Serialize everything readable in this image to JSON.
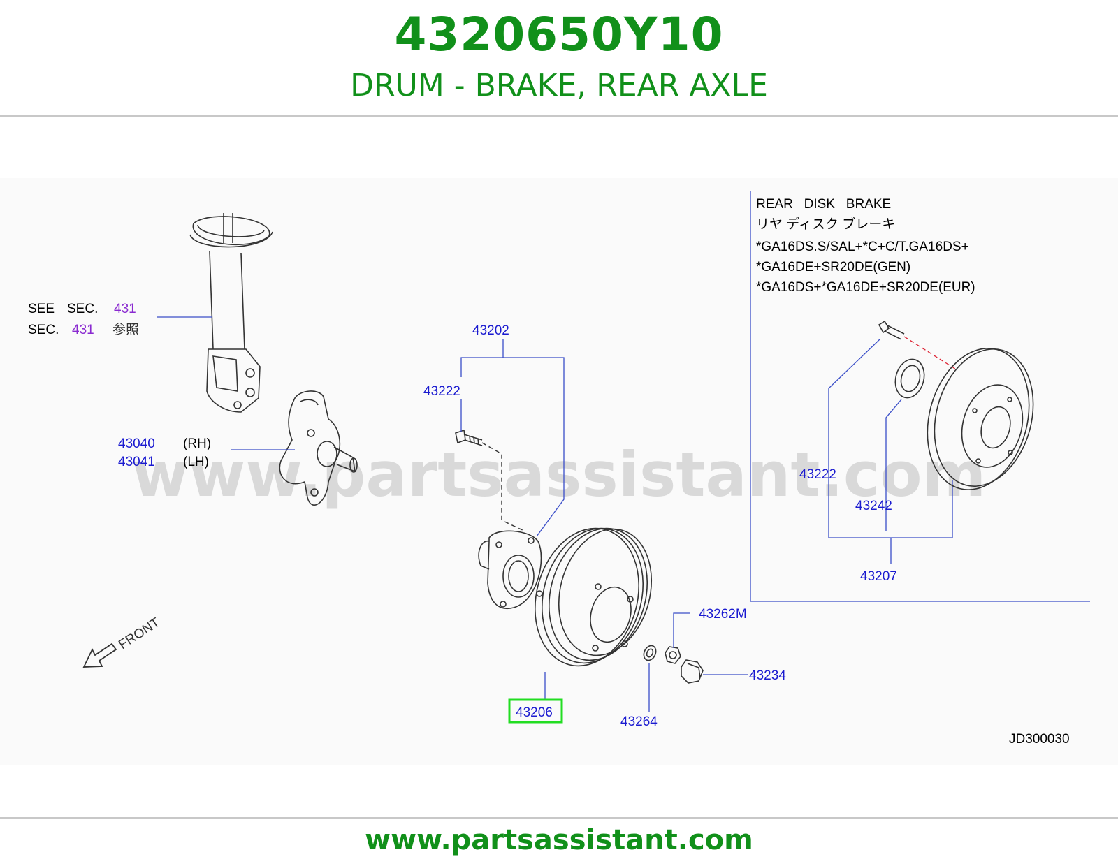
{
  "header": {
    "part_number": "4320650Y10",
    "part_name": "DRUM - BRAKE, REAR AXLE"
  },
  "watermark": "www.partsassistant.com",
  "footer": {
    "url": "www.partsassistant.com"
  },
  "diagram": {
    "code": "JD300030",
    "front_label": "FRONT",
    "see_sec": {
      "see": "SEE",
      "sec": "SEC.",
      "number": "431"
    },
    "sec_ref": {
      "sec": "SEC.",
      "number": "431",
      "jp": "参照"
    },
    "knuckle": {
      "rh_part": "43040",
      "rh": "(RH)",
      "lh_part": "43041",
      "lh": "(LH)"
    },
    "callouts": {
      "hub_assembly": "43202",
      "hub_bolt": "43222",
      "drum": "43206",
      "washer": "43264",
      "nut": "43262M",
      "cap": "43234"
    },
    "disk_section": {
      "title": "REAR   DISK   BRAKE",
      "title_jp": "リヤ ディスク ブレーキ",
      "models": [
        "*GA16DS.S/SAL+*C+C/T.GA16DS+",
        "*GA16DE+SR20DE(GEN)",
        "*GA16DS+*GA16DE+SR20DE(EUR)"
      ],
      "bolt": "43222",
      "seal": "43242",
      "assembly": "43207"
    },
    "colors": {
      "title_green": "#11901a",
      "callout_blue": "#1a1ad0",
      "section_purple": "#8a2ad0",
      "highlight_green": "#22dd22"
    }
  }
}
